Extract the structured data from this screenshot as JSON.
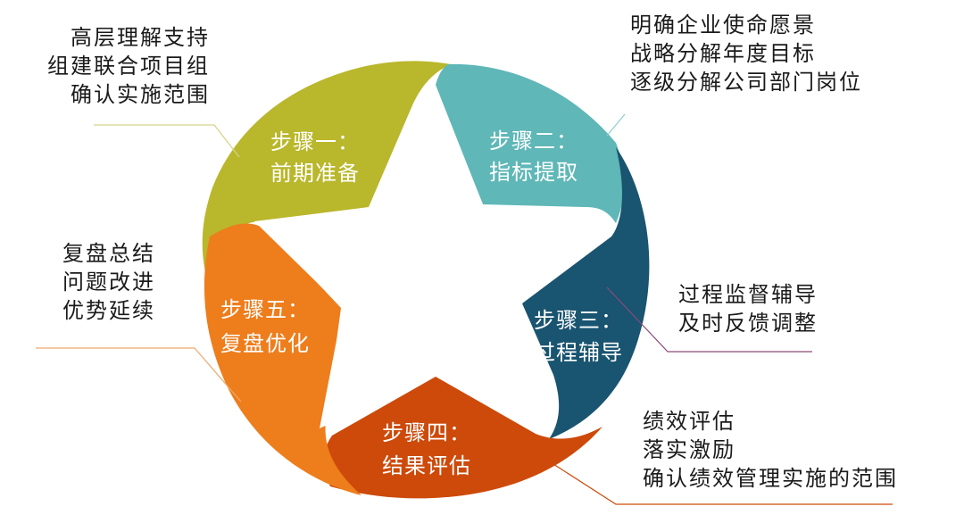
{
  "steps": [
    {
      "title": "步骤一：",
      "name": "前期准备",
      "color": "#b9b72b"
    },
    {
      "title": "步骤二：",
      "name": "指标提取",
      "color": "#5fb7b7"
    },
    {
      "title": "步骤三：",
      "name": "过程辅导",
      "color": "#195470"
    },
    {
      "title": "步骤四：",
      "name": "结果评估",
      "color": "#cd4a0a"
    },
    {
      "title": "步骤五：",
      "name": "复盘优化",
      "color": "#ee7d1c"
    }
  ],
  "notes": {
    "step1": [
      "高层理解支持",
      "组建联合项目组",
      "确认实施范围"
    ],
    "step2": [
      "明确企业使命愿景",
      "战略分解年度目标",
      "逐级分解公司部门岗位"
    ],
    "step3": [
      "过程监督辅导",
      "及时反馈调整"
    ],
    "step4": [
      "绩效评估",
      "落实激励",
      "确认绩效管理实施的范围"
    ],
    "step5": [
      "复盘总结",
      "问题改进",
      "优势延续"
    ]
  },
  "leader_colors": {
    "step1": "#d4d48a",
    "step2": "#8ccfcf",
    "step3": "#8a4b78",
    "step4": "#cd4a0a",
    "step5": "#f0a96a"
  }
}
